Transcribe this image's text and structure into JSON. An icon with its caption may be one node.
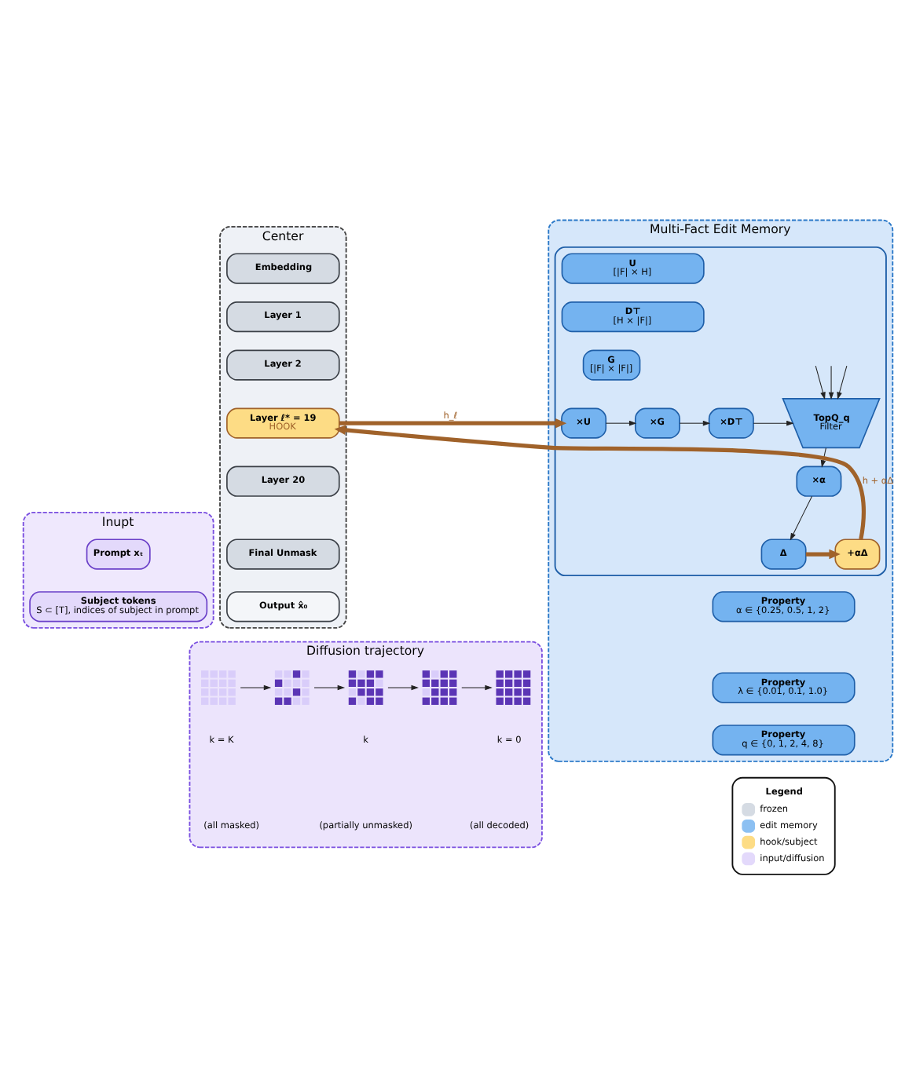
{
  "diagram": {
    "nodes": [
      {
        "text": [
          "Inupt"
        ]
      },
      {
        "text": [
          "Prompt xₜ"
        ],
        "in": 0
      },
      {
        "text": [
          "Subject tokens",
          "S ⊂ [T], indices of subject in prompt"
        ],
        "in": 0
      },
      {
        "text": [
          "Center"
        ]
      },
      {
        "text": [
          "Embedding"
        ],
        "in": 3
      },
      {
        "text": [
          "Layer 1"
        ],
        "in": 3
      },
      {
        "text": [
          "Layer 2"
        ],
        "in": 3
      },
      {
        "text": [
          "Layer ℓ* = 19",
          "HOOK"
        ],
        "in": 3
      },
      {
        "text": [
          "Layer 20"
        ],
        "in": 3
      },
      {
        "text": [
          "Final Unmask"
        ],
        "in": 3
      },
      {
        "text": [
          "Output x̂₀"
        ],
        "in": 3
      },
      {
        "text": [
          "Multi-Fact Edit Memory"
        ]
      },
      {
        "text": [],
        "shape": "box",
        "in": 11
      },
      {
        "text": [
          "U",
          "[|F| × H]"
        ],
        "in": 12
      },
      {
        "text": [
          "D⊤",
          "[H × |F|]"
        ],
        "in": 12
      },
      {
        "text": [
          "G",
          "[|F| × |F|]"
        ],
        "in": 12
      },
      {
        "text": [
          "×U"
        ],
        "in": 12
      },
      {
        "text": [
          "×G"
        ],
        "in": 12
      },
      {
        "text": [
          "×D⊤"
        ],
        "in": 12
      },
      {
        "text": [
          "TopQ_q",
          "Filter"
        ],
        "in": 12
      },
      {
        "text": [
          "×α"
        ],
        "in": 12
      },
      {
        "text": [
          "Δ"
        ],
        "in": 12
      },
      {
        "text": [
          "+αΔ"
        ],
        "in": 12
      },
      {
        "text": [
          "Property",
          "α ∈ {0.25, 0.5, 1, 2}"
        ],
        "in": 11
      },
      {
        "text": [
          "Property",
          "λ ∈ {0.01, 0.1, 1.0}"
        ],
        "in": 11
      },
      {
        "text": [
          "Property",
          "q ∈ {0, 1, 2, 4, 8}"
        ],
        "in": 11
      },
      {
        "text": [
          "Diffusion trajectory"
        ]
      },
      {
        "text": [],
        "shape": "grid",
        "in": 26
      },
      {
        "text": [],
        "shape": "grid",
        "in": 26
      },
      {
        "text": [],
        "shape": "grid",
        "in": 26
      },
      {
        "text": [],
        "shape": "grid",
        "in": 26
      },
      {
        "text": [],
        "shape": "grid",
        "in": 26
      },
      {
        "text": [
          "Legend"
        ]
      }
    ],
    "edges": [
      {
        "from": 7,
        "to": 16,
        "arrow": "to",
        "label": "h_ℓ",
        "style": "thick",
        "color": "#a0622a"
      },
      {
        "from": 16,
        "to": 17,
        "arrow": "to"
      },
      {
        "from": 17,
        "to": 18,
        "arrow": "to"
      },
      {
        "from": 18,
        "to": 19,
        "arrow": "to"
      },
      {
        "from": null,
        "to": 19,
        "arrow": "to"
      },
      {
        "from": null,
        "to": 19,
        "arrow": "to"
      },
      {
        "from": null,
        "to": 19,
        "arrow": "to"
      },
      {
        "from": 19,
        "to": 20,
        "arrow": "to"
      },
      {
        "from": 20,
        "to": 21,
        "arrow": "to"
      },
      {
        "from": 21,
        "to": 22,
        "arrow": "to",
        "style": "thick",
        "color": "#a0622a"
      },
      {
        "from": 22,
        "to": 7,
        "arrow": "to",
        "label": "h + αΔ",
        "style": "thick",
        "color": "#a0622a"
      },
      {
        "from": 27,
        "to": 28,
        "arrow": "to"
      },
      {
        "from": 28,
        "to": 29,
        "arrow": "to"
      },
      {
        "from": 29,
        "to": 30,
        "arrow": "to"
      },
      {
        "from": 30,
        "to": 31,
        "arrow": "to"
      }
    ],
    "labels": [
      "k = K",
      "(all masked)",
      "k",
      "(partially unmasked)",
      "k = 0",
      "(all decoded)"
    ],
    "legend": [
      {
        "text": "frozen",
        "color": "#d5dbe3"
      },
      {
        "text": "edit memory",
        "color": "#8cc0f2"
      },
      {
        "text": "hook/subject",
        "color": "#fddc85"
      },
      {
        "text": "input/diffusion",
        "color": "#e3d9fb"
      }
    ]
  }
}
